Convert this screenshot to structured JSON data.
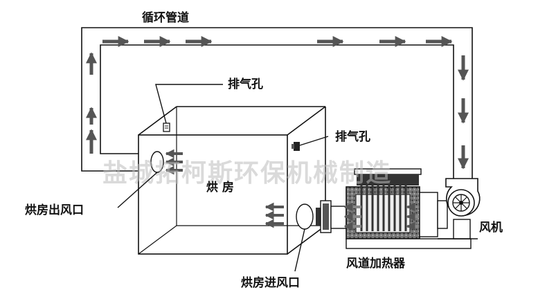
{
  "labels": {
    "pipe": "循环管道",
    "exhaust_top": "排气孔",
    "exhaust_side": "排气孔",
    "room": "烘 房",
    "room_outlet": "烘房出风口",
    "room_inlet": "烘房进风口",
    "heater": "风道加热器",
    "fan": "风机"
  },
  "watermark": "盐城拓柯斯环保机械制造",
  "colors": {
    "line": "#111111",
    "arrow": "#555555",
    "heater_body": "#444444",
    "heater_fins": "#666666"
  }
}
